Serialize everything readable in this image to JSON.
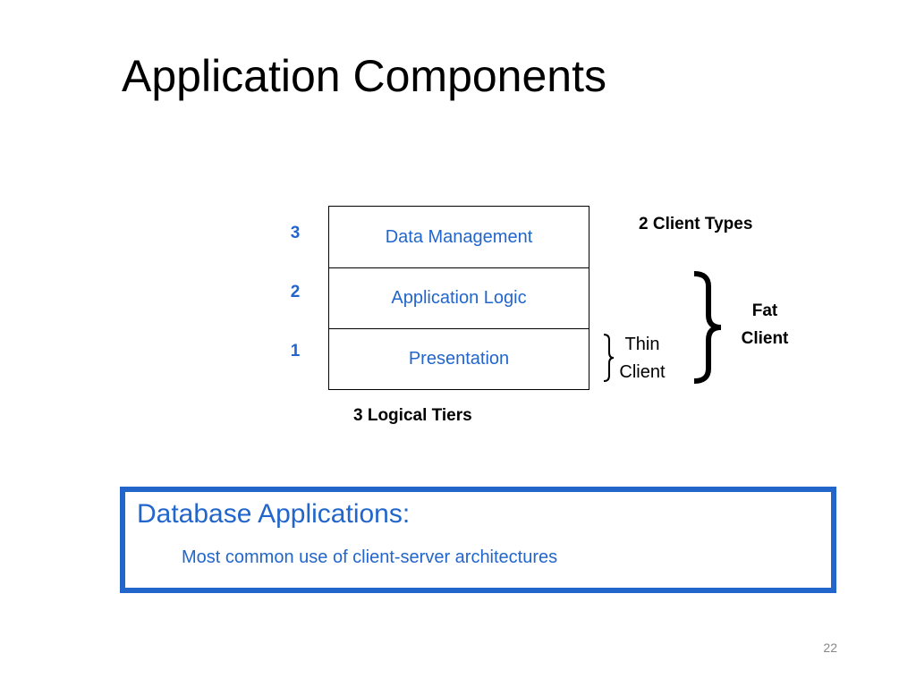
{
  "slide": {
    "title": "Application Components",
    "page_number": "22"
  },
  "tiers": {
    "rows": [
      {
        "number": "3",
        "label": "Data Management"
      },
      {
        "number": "2",
        "label": "Application Logic"
      },
      {
        "number": "1",
        "label": "Presentation"
      }
    ],
    "caption": "3 Logical Tiers"
  },
  "clients": {
    "heading": "2 Client Types",
    "thin": {
      "line1": "Thin",
      "line2": "Client"
    },
    "fat": {
      "line1": "Fat",
      "line2": "Client"
    }
  },
  "callout": {
    "heading": "Database Applications:",
    "text": "Most common use of client-server architectures"
  },
  "colors": {
    "accent": "#2266cc",
    "text": "#000000",
    "page_number": "#888888"
  }
}
